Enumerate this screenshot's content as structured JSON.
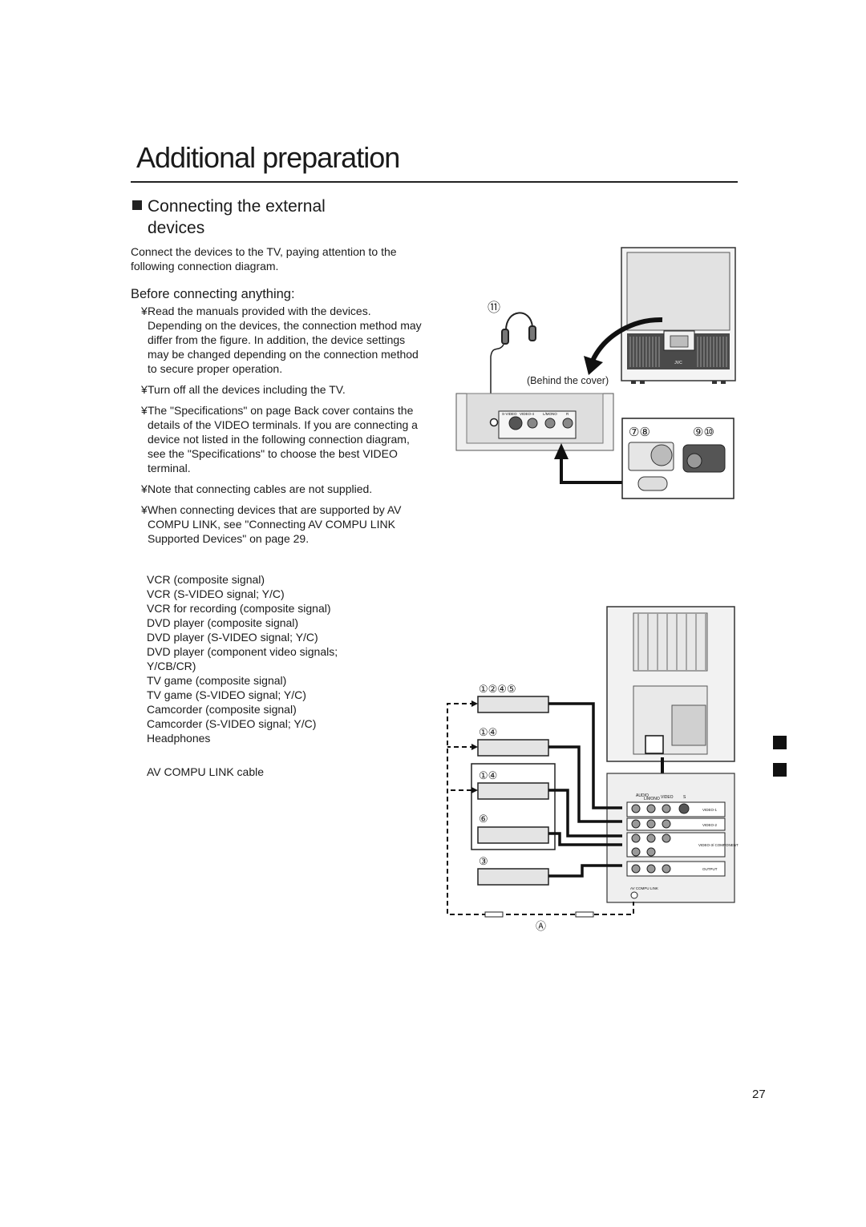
{
  "page": {
    "title": "Additional preparation",
    "page_number": "27"
  },
  "section": {
    "heading": "Connecting the external devices",
    "intro": "Connect the devices to the TV, paying attention to the following connection diagram.",
    "sub_heading": "Before connecting anything:"
  },
  "bullets": [
    {
      "mark": "¥",
      "text": "Read the manuals provided with the devices. Depending on the devices, the connection method may differ from the figure. In addition, the device settings may be changed depending on the connection method to secure proper operation."
    },
    {
      "mark": "¥",
      "text": "Turn off all the devices including the TV."
    },
    {
      "mark": "¥",
      "text": "The \"Specifications\" on page Back cover contains the details of the VIDEO terminals. If you are connecting a device not listed in the following connection diagram, see the \"Specifications\" to choose the best VIDEO terminal."
    },
    {
      "mark": "¥",
      "text": "Note that connecting cables are not supplied."
    },
    {
      "mark": "¥",
      "text": "When connecting devices that are supported by AV COMPU LINK, see \"Connecting AV COMPU LINK Supported Devices\" on page 29."
    }
  ],
  "legend": [
    "VCR (composite signal)",
    "VCR (S-VIDEO signal; Y/C)",
    "VCR for recording (composite signal)",
    "DVD player (composite signal)",
    "DVD player (S-VIDEO signal; Y/C)",
    "DVD player (component video signals;",
    "Y/CB/CR)",
    "TV game (composite signal)",
    "TV game (S-VIDEO signal; Y/C)",
    "Camcorder (composite signal)",
    "Camcorder (S-VIDEO signal; Y/C)",
    "Headphones"
  ],
  "cable_label": "AV COMPU LINK cable",
  "diagram_top": {
    "headphones_marker": "⑪",
    "cover_label": "(Behind the cover)",
    "game_marker": "⑦⑧",
    "camcorder_marker": "⑨⑩",
    "tv_brand": "JVC",
    "front_terminal_label": "S-VIDEO",
    "front_terminal_sub": "VIDEO-4",
    "front_audio_label": "L/MONO",
    "front_audio_r": "R"
  },
  "diagram_bottom": {
    "markers": [
      "①②④⑤",
      "①④",
      "①④",
      "⑥",
      "③"
    ],
    "cable_marker": "Ⓐ",
    "panel_labels": [
      "VIDEO-1",
      "VIDEO-2",
      "VIDEO-3/ COMPONENT",
      "OUTPUT"
    ],
    "audio_label": "AUDIO",
    "lmono_label": "L/MONO",
    "video_label": "VIDEO",
    "s_label": "S",
    "av_compu_label": "AV COMPU LINK"
  }
}
